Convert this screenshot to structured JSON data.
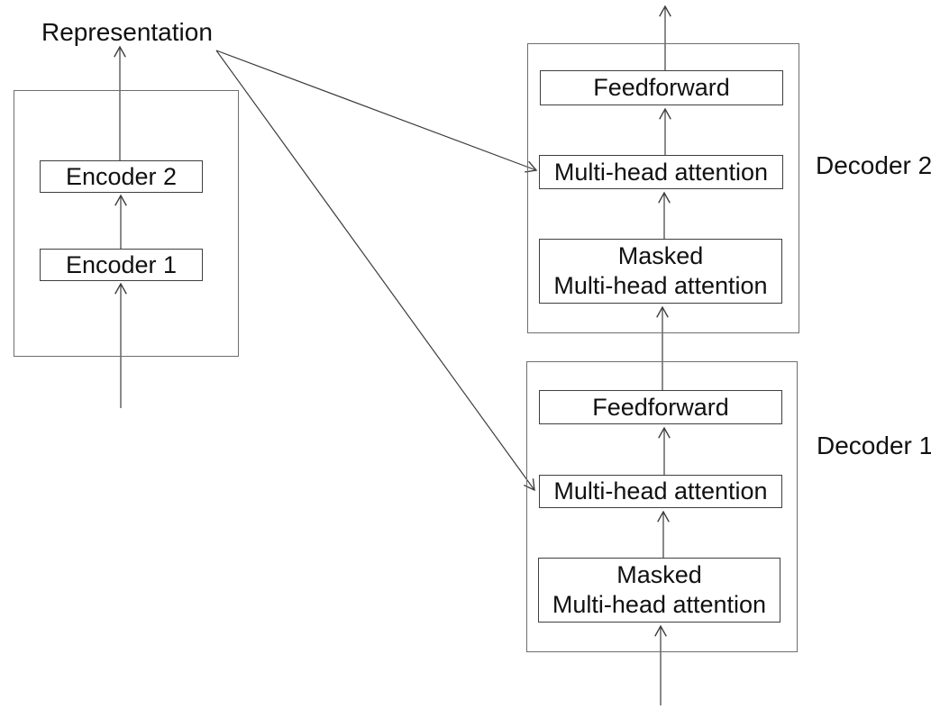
{
  "diagram": {
    "title_label": "Representation",
    "encoder": {
      "block2_label": "Encoder 2",
      "block1_label": "Encoder 1"
    },
    "decoder2": {
      "side_label": "Decoder 2",
      "feedforward_label": "Feedforward",
      "multi_head_attention_label": "Multi-head attention",
      "masked_multi_head_attention_label": "Masked\nMulti-head attention"
    },
    "decoder1": {
      "side_label": "Decoder 1",
      "feedforward_label": "Feedforward",
      "multi_head_attention_label": "Multi-head attention",
      "masked_multi_head_attention_label": "Masked\nMulti-head attention"
    },
    "colors": {
      "background": "#ffffff",
      "line": "#3c3c3c",
      "inner_box_border": "#3f3f3f",
      "container_border": "#6e6e6e",
      "text": "#111111"
    }
  }
}
